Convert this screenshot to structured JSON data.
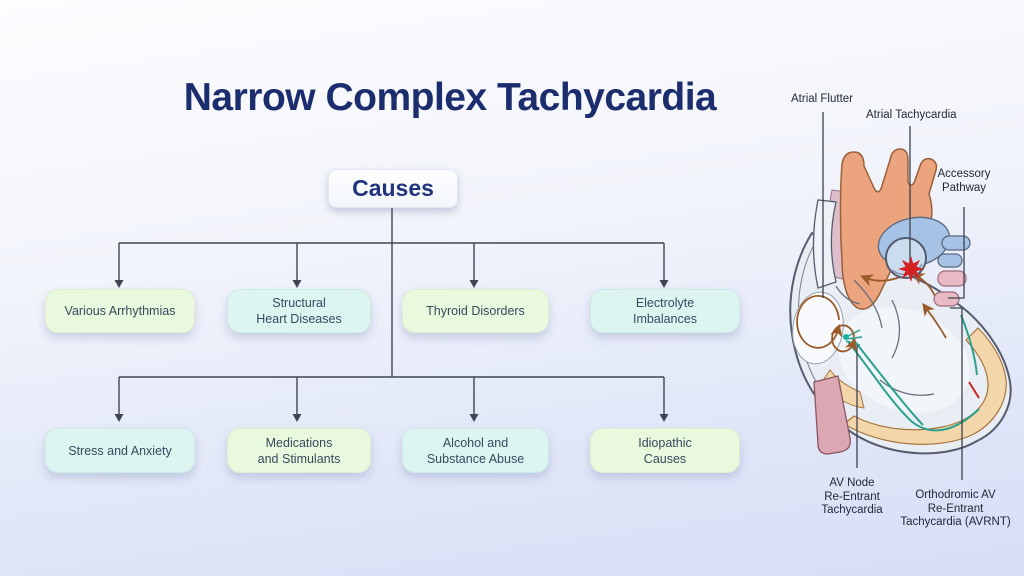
{
  "title": "Narrow Complex Tachycardia",
  "flowchart": {
    "root": "Causes",
    "row1": [
      {
        "label": "Various Arrhythmias",
        "color": "green"
      },
      {
        "label": "Structural\nHeart Diseases",
        "color": "cyan"
      },
      {
        "label": "Thyroid Disorders",
        "color": "green"
      },
      {
        "label": "Electrolyte\nImbalances",
        "color": "cyan"
      }
    ],
    "row2": [
      {
        "label": "Stress and Anxiety",
        "color": "cyan"
      },
      {
        "label": "Medications\nand Stimulants",
        "color": "green"
      },
      {
        "label": "Alcohol and\nSubstance Abuse",
        "color": "cyan"
      },
      {
        "label": "Idiopathic\nCauses",
        "color": "green"
      }
    ]
  },
  "heart_diagram": {
    "labels": {
      "atrial_flutter": "Atrial Flutter",
      "atrial_tachycardia": "Atrial Tachycardia",
      "accessory_pathway": "Accessory\nPathway",
      "av_node": "AV Node\nRe-Entrant\nTachycardia",
      "orthodromic": "Orthodromic AV\nRe-Entrant\nTachycardia (AVRNT)"
    }
  },
  "colors": {
    "title_color": "#1c2d6e",
    "causes_color": "#21357e",
    "connector_color": "#3f4554",
    "box_green": "#e9f9de",
    "box_cyan": "#dcf5f1",
    "box_text": "#374a5e",
    "star_red": "#d42121",
    "conduction_teal": "#2aa18f",
    "circuit_brown": "#9a5b2a",
    "aorta_salmon": "#eba47d",
    "pulmonary_blue": "#a6c2e4"
  }
}
